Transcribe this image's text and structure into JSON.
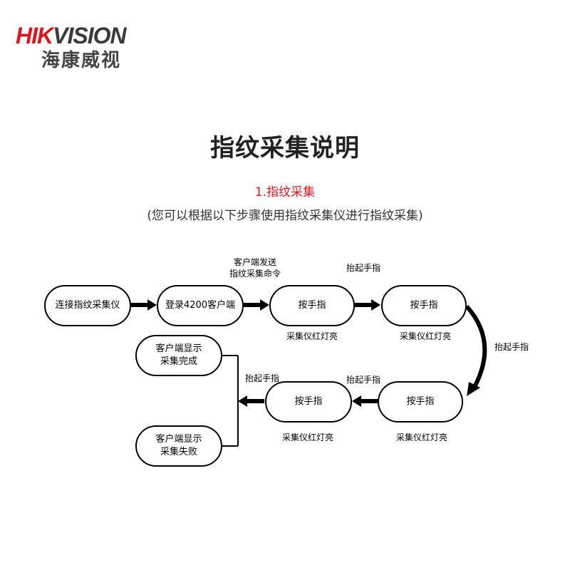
{
  "logo": {
    "en_part1": "HIK",
    "en_part2": "VISION",
    "cn": "海康威视"
  },
  "title": "指纹采集说明",
  "subtitle": "1.指纹采集",
  "description": "(您可以根据以下步骤使用指纹采集仪进行指纹采集)",
  "flow": {
    "nodes": {
      "connect": "连接指纹采集仪",
      "login": "登录4200客户端",
      "press1": "按手指",
      "press2": "按手指",
      "press3": "按手指",
      "press4": "按手指",
      "done": "客户端显示\n采集完成",
      "fail": "客户端显示\n采集失败"
    },
    "labels": {
      "send_cmd": "客户端发送\n指纹采集命令",
      "lift1": "抬起手指",
      "lift_right": "抬起手指",
      "lift2": "抬起手指",
      "lift3": "抬起手指",
      "light1": "采集仪红灯亮",
      "light2": "采集仪红灯亮",
      "light3": "采集仪红灯亮",
      "light4": "采集仪红灯亮"
    }
  },
  "colors": {
    "brand_red": "#d71920",
    "subtitle_red": "#e0141e",
    "logo_gray": "#3a3a3a"
  }
}
